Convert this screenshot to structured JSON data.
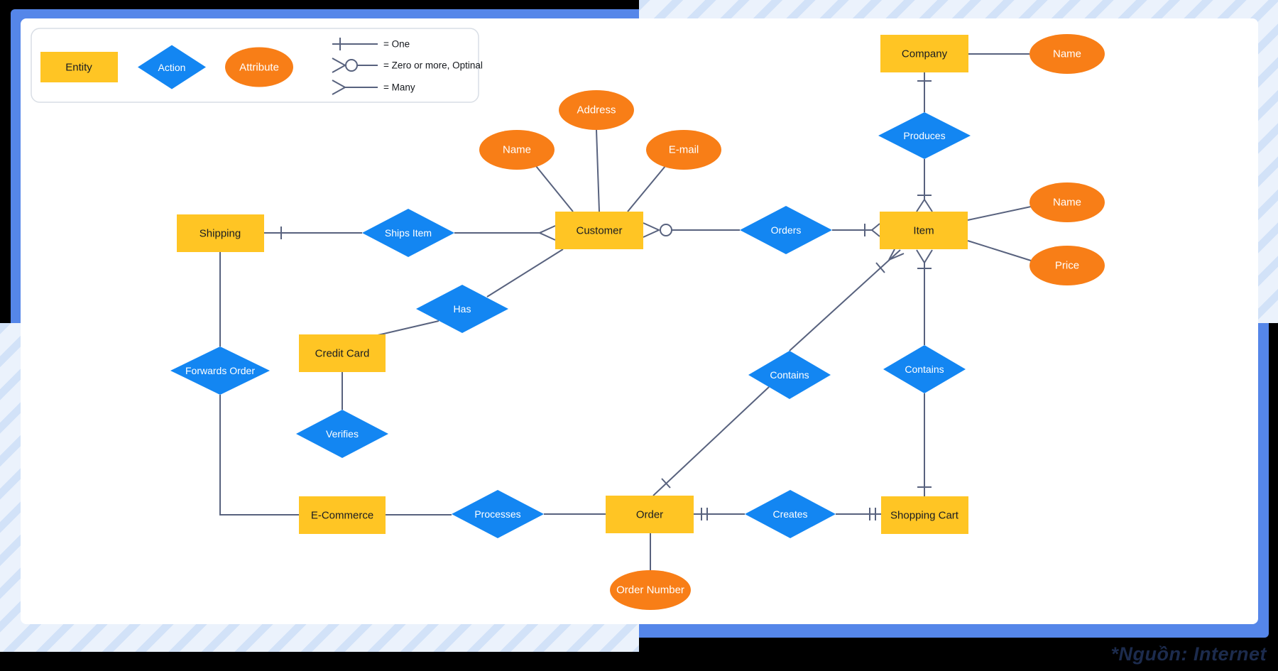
{
  "legend": {
    "entity": "Entity",
    "action": "Action",
    "attribute": "Attribute",
    "notation": {
      "one": "= One",
      "zero_or_more": "= Zero or more, Optinal",
      "many": "= Many"
    }
  },
  "diagram": {
    "entities": [
      "Shipping",
      "Customer",
      "Credit Card",
      "E-Commerce",
      "Order",
      "Shopping Cart",
      "Item",
      "Company"
    ],
    "actions": [
      "Ships Item",
      "Has",
      "Forwards Order",
      "Verifies",
      "Processes",
      "Orders",
      "Contains",
      "Contains",
      "Creates",
      "Produces"
    ],
    "attributes": [
      "Name",
      "Address",
      "E-mail",
      "Name",
      "Name",
      "Price",
      "Order Number"
    ]
  },
  "watermark": "*Nguồn: Internet",
  "colors": {
    "entity_fill": "#FFC524",
    "action_fill": "#1386F2",
    "attribute_fill": "#F87E17",
    "connector": "#58627E",
    "frame_blue": "#5586E9",
    "stripe": "#D2E2F8",
    "stripe_bg": "#EBF2FC",
    "canvas": "#FFFFFF",
    "watermark_text": "#1C2B4D"
  }
}
